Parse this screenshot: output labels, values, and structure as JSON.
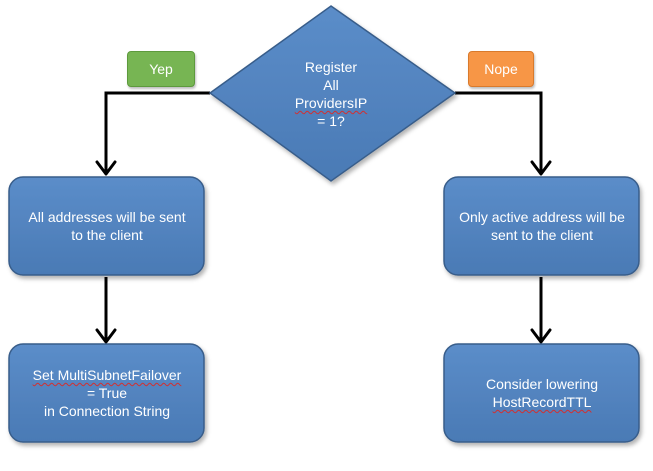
{
  "colors": {
    "box_fill": "#4f81bd",
    "box_stroke": "#385d8a",
    "yep_fill": "#77b553",
    "nope_fill": "#f79646",
    "connector": "#000000",
    "text": "#ffffff"
  },
  "decision": {
    "line1": "Register",
    "line2": "All",
    "line3": "ProvidersIP",
    "line4": "= 1?"
  },
  "branches": {
    "yes_label": "Yep",
    "no_label": "Nope"
  },
  "left": {
    "step1": "All addresses will be sent to the client",
    "step2_line1": "Set MultiSubnetFailover",
    "step2_line2": "= True",
    "step2_line3": "in Connection String"
  },
  "right": {
    "step1": "Only active address will be sent to the client",
    "step2_line1": "Consider lowering",
    "step2_line2": "HostRecordTTL"
  }
}
